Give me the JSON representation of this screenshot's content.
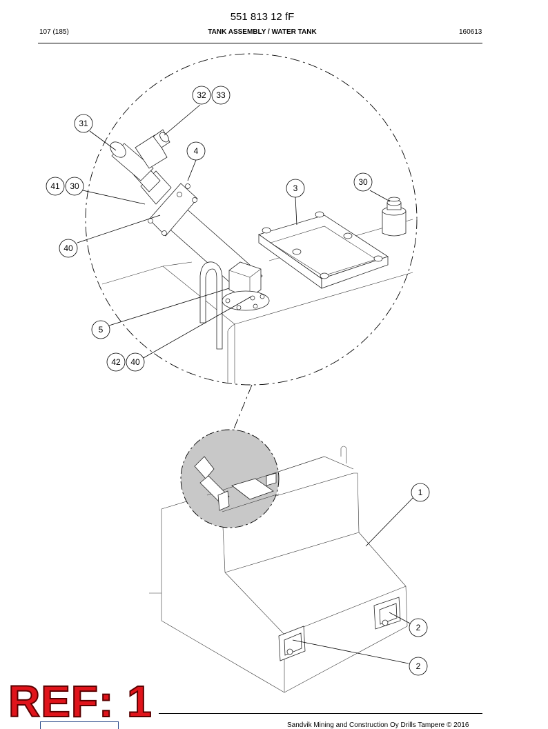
{
  "header": {
    "document_number": "551 813 12 fF",
    "page": "107 (185)",
    "title": "TANK ASSEMBLY / WATER TANK",
    "date_code": "160613"
  },
  "callouts": {
    "c1": "1",
    "c2a": "2",
    "c2b": "2",
    "c3": "3",
    "c4": "4",
    "c5": "5",
    "c30a": "30",
    "c30b": "30",
    "c31": "31",
    "c32": "32",
    "c33": "33",
    "c40a": "40",
    "c40b": "40",
    "c41": "41",
    "c42": "42"
  },
  "stamp": {
    "text": "REF: 1",
    "color": "#e0141b"
  },
  "footer": {
    "copyright": "Sandvik Mining and Construction Oy Drills Tampere © 2016"
  },
  "colors": {
    "highlight_circle": "#c8c8c8",
    "logo": "#2a4a8a"
  }
}
